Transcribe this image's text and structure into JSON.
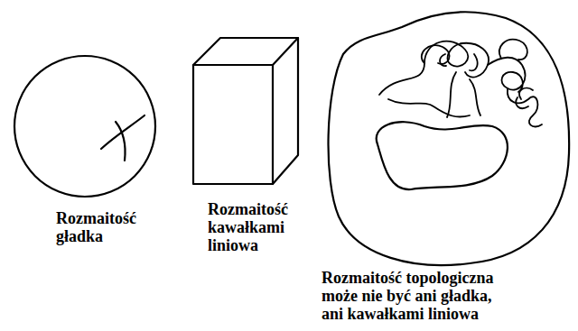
{
  "diagram": {
    "labels": [
      "Rozmaitość gładka",
      "Rozmaitość kawałkami liniowa",
      "Rozmaitość topologiczna może nie być ani gładka, ani kawałkami liniowa"
    ]
  }
}
